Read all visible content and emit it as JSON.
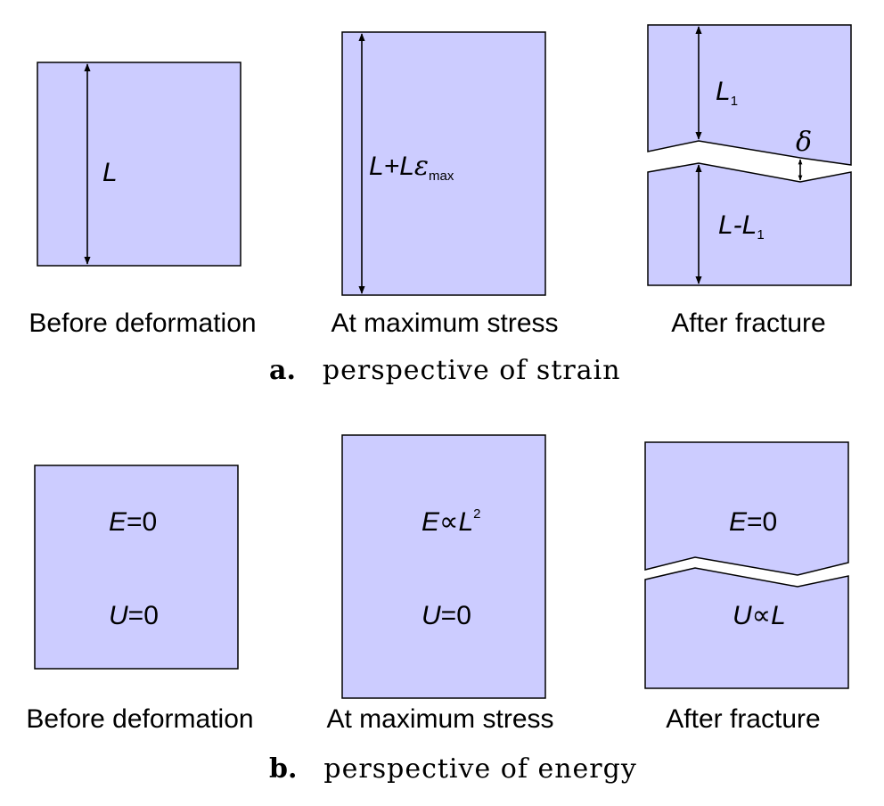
{
  "panel_a": {
    "caption_letter": "a.",
    "caption_text": "perspective of strain",
    "before": {
      "label": "Before deformation",
      "dim": "L"
    },
    "max": {
      "label": "At maximum stress",
      "dim_main": "L+L",
      "dim_eps": "ε",
      "dim_sub": "max"
    },
    "after": {
      "label": "After fracture",
      "top_dim": "L",
      "top_sub": "1",
      "bottom_dim": "L-L",
      "bottom_sub": "1",
      "gap": "δ"
    }
  },
  "panel_b": {
    "caption_letter": "b.",
    "caption_text": "perspective of energy",
    "before": {
      "label": "Before deformation",
      "e_var": "E",
      "e_rest": "=0",
      "u_var": "U",
      "u_rest": "=0"
    },
    "max": {
      "label": "At maximum stress",
      "e_var": "E",
      "prop": "∝",
      "l_var": "L",
      "sup": "2",
      "u_var": "U",
      "u_rest": "=0"
    },
    "after": {
      "label": "After fracture",
      "e_var": "E",
      "e_rest": "=0",
      "u_var": "U",
      "prop": "∝",
      "l_var": "L"
    }
  }
}
